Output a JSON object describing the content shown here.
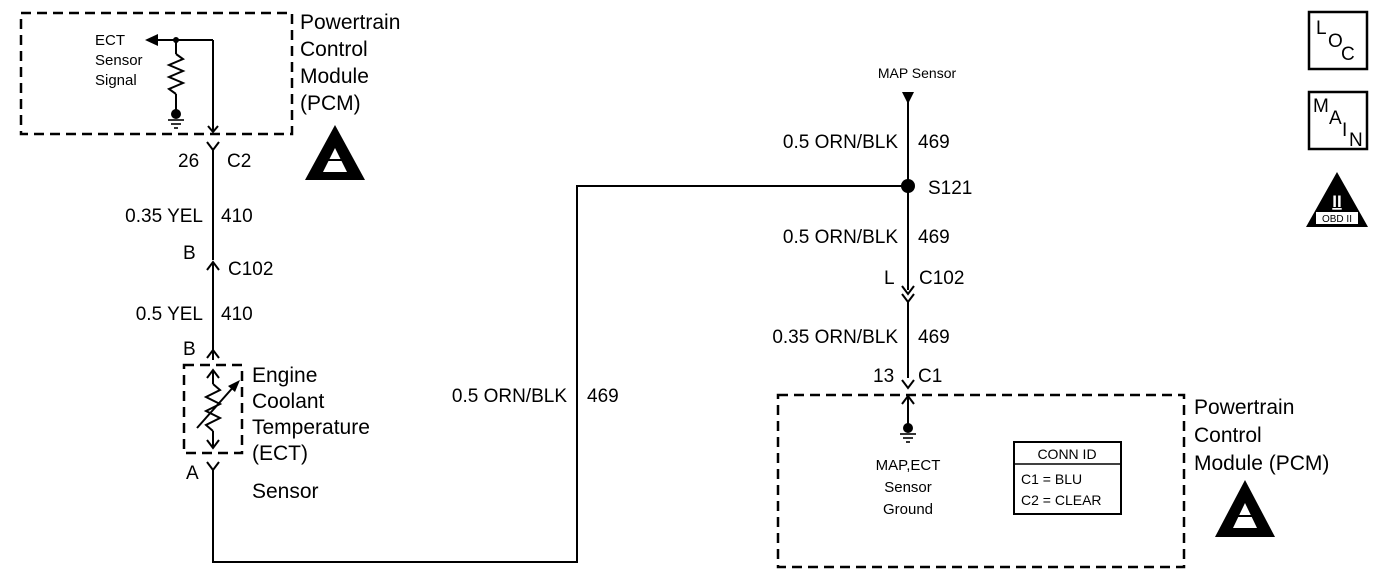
{
  "pcm_top": {
    "title_lines": [
      "Powertrain",
      "Control",
      "Module",
      "(PCM)"
    ],
    "signal_lines": [
      "ECT",
      "Sensor",
      "Signal"
    ]
  },
  "pcm_bottom": {
    "title_lines": [
      "Powertrain",
      "Control",
      "Module (PCM)"
    ],
    "ground_lines": [
      "MAP,ECT",
      "Sensor",
      "Ground"
    ],
    "conn_id": {
      "title": "CONN ID",
      "rows": [
        "C1 = BLU",
        "C2 = CLEAR"
      ]
    }
  },
  "ect_sensor": {
    "title_lines": [
      "Engine",
      "Coolant",
      "Temperature",
      "(ECT)",
      "Sensor"
    ]
  },
  "left_circuit": {
    "pcm_pin": "26",
    "pcm_connector": "C2",
    "wire1": {
      "gauge_color": "0.35 YEL",
      "circuit": "410"
    },
    "c102_pin": "B",
    "c102": "C102",
    "wire2": {
      "gauge_color": "0.5 YEL",
      "circuit": "410"
    },
    "sensor_pin_top": "B",
    "sensor_pin_bottom": "A"
  },
  "bottom_wire": {
    "gauge_color": "0.5 ORN/BLK",
    "circuit": "469"
  },
  "right_circuit": {
    "map_sensor_label": "MAP Sensor",
    "wire_top": {
      "gauge_color": "0.5 ORN/BLK",
      "circuit": "469"
    },
    "splice": "S121",
    "wire_mid": {
      "gauge_color": "0.5 ORN/BLK",
      "circuit": "469"
    },
    "c102_pin": "L",
    "c102": "C102",
    "wire_low": {
      "gauge_color": "0.35 ORN/BLK",
      "circuit": "469"
    },
    "pcm_pin": "13",
    "pcm_connector": "C1"
  },
  "icons": {
    "loc": {
      "l": "L",
      "o": "O",
      "c": "C"
    },
    "main": {
      "m": "M",
      "a": "A",
      "i": "I",
      "n": "N"
    },
    "obd": {
      "numeral": "II",
      "label": "OBD II"
    },
    "esd_icon": "electrostatic-discharge-icon"
  }
}
